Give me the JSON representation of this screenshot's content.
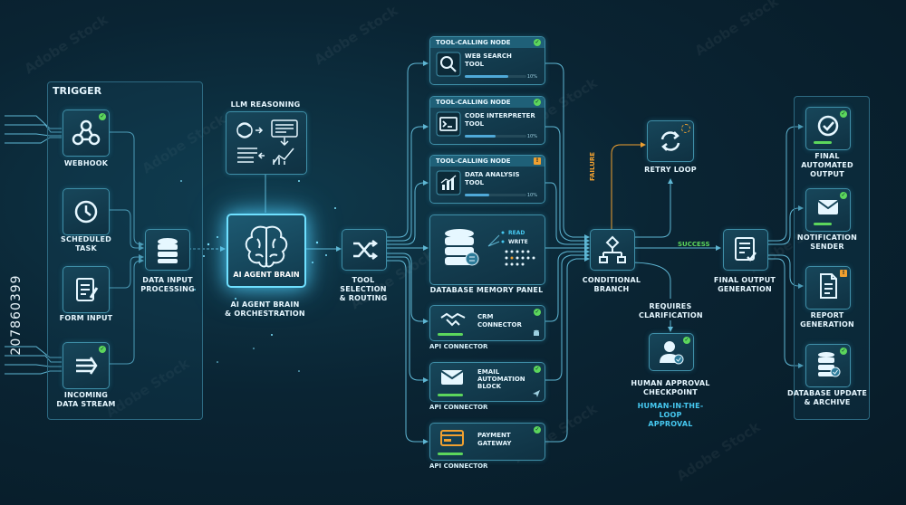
{
  "trigger_title": "TRIGGER",
  "triggers": [
    {
      "label": "WEBHOOK",
      "icon": "webhook-icon"
    },
    {
      "label": "SCHEDULED\nTASK",
      "icon": "clock-icon"
    },
    {
      "label": "FORM INPUT",
      "icon": "form-icon"
    },
    {
      "label": "INCOMING\nDATA STREAM",
      "icon": "stream-icon"
    }
  ],
  "data_input": "DATA INPUT\nPROCESSING",
  "llm_reasoning": "LLM REASONING",
  "brain_inner": "AI AGENT BRAIN",
  "brain_label": "AI AGENT BRAIN\n& ORCHESTRATION",
  "tool_selection": "TOOL SELECTION\n& ROUTING",
  "tool_nodes": [
    {
      "header": "TOOL-CALLING NODE",
      "name": "WEB SEARCH\nTOOL",
      "percent": "10%",
      "progress": 0.7,
      "status": "ok",
      "icon": "magnifier-icon"
    },
    {
      "header": "TOOL-CALLING NODE",
      "name": "CODE INTERPRETER\nTOOL",
      "percent": "10%",
      "progress": 0.5,
      "status": "ok",
      "icon": "terminal-icon"
    },
    {
      "header": "TOOL-CALLING NODE",
      "name": "DATA ANALYSIS\nTOOL",
      "percent": "10%",
      "progress": 0.4,
      "status": "warn",
      "icon": "bar-chart-icon"
    }
  ],
  "database_panel": {
    "label": "DATABASE MEMORY PANEL",
    "read": "READ",
    "write": "WRITE"
  },
  "api_nodes": [
    {
      "name": "CRM\nCONNECTOR",
      "caption": "API CONNECTOR",
      "icon": "handshake-icon"
    },
    {
      "name": "EMAIL\nAUTOMATION\nBLOCK",
      "caption": "API CONNECTOR",
      "icon": "envelope-icon"
    },
    {
      "name": "PAYMENT\nGATEWAY",
      "caption": "API CONNECTOR",
      "icon": "card-icon"
    }
  ],
  "failure": "FAILURE",
  "retry": "RETRY LOOP",
  "conditional": "CONDITIONAL\nBRANCH",
  "success": "SUCCESS",
  "requires": "REQUIRES\nCLARIFICATION",
  "human_approval": "HUMAN APPROVAL\nCHECKPOINT",
  "human_loop": "HUMAN-IN-THE-LOOP\nAPPROVAL",
  "final_generation": "FINAL OUTPUT\nGENERATION",
  "outputs": [
    {
      "label": "FINAL\nAUTOMATED\nOUTPUT",
      "icon": "check-circle-icon",
      "status": "ok"
    },
    {
      "label": "NOTIFICATION\nSENDER",
      "icon": "envelope-icon",
      "status": "ok"
    },
    {
      "label": "REPORT\nGENERATION",
      "icon": "document-icon",
      "status": "warn"
    },
    {
      "label": "DATABASE UPDATE\n& ARCHIVE",
      "icon": "database-icon",
      "status": "ok"
    }
  ],
  "stock_id": "207860399",
  "watermark": "Adobe Stock",
  "colors": {
    "accent": "#46c8f0",
    "line": "#5fb7d4",
    "failure": "#f0a030",
    "ok": "#5cd65c"
  }
}
